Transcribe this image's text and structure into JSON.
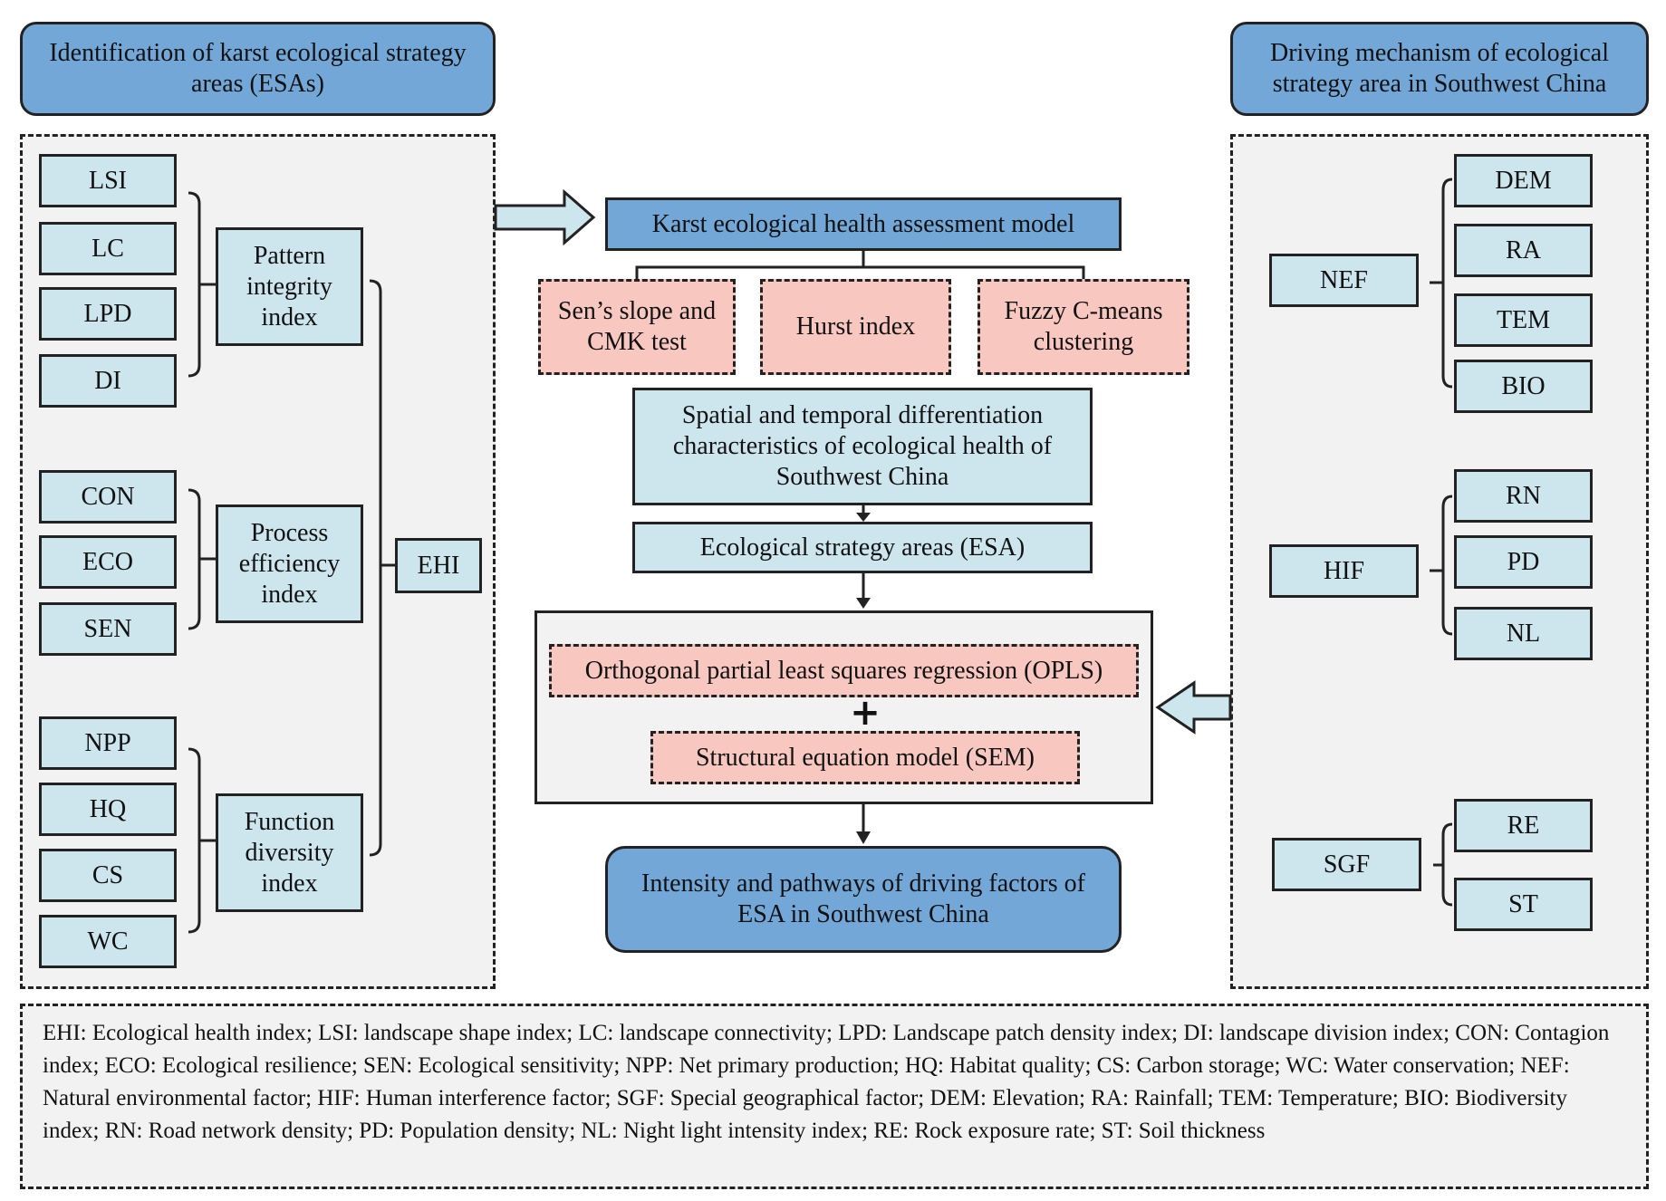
{
  "left": {
    "header": "Identification of  karst ecological strategy areas (ESAs)",
    "pattern_items": [
      "LSI",
      "LC",
      "LPD",
      "DI"
    ],
    "process_items": [
      "CON",
      "ECO",
      "SEN"
    ],
    "function_items": [
      "NPP",
      "HQ",
      "CS",
      "WC"
    ],
    "pattern_label": "Pattern integrity index",
    "process_label": "Process efficiency index",
    "function_label": "Function diversity index",
    "ehi_label": "EHI"
  },
  "right": {
    "header": "Driving mechanism of ecological strategy area in Southwest China",
    "nef_label": "NEF",
    "nef_items": [
      "DEM",
      "RA",
      "TEM",
      "BIO"
    ],
    "hif_label": "HIF",
    "hif_items": [
      "RN",
      "PD",
      "NL"
    ],
    "sgf_label": "SGF",
    "sgf_items": [
      "RE",
      "ST"
    ]
  },
  "center": {
    "model": "Karst ecological health assessment model",
    "methods": [
      "Sen’s slope and CMK test",
      "Hurst index",
      "Fuzzy C-means clustering"
    ],
    "spatial": "Spatial and temporal differentiation characteristics of ecological health of Southwest China",
    "esa": "Ecological strategy areas (ESA)",
    "opls": "Orthogonal partial least squares regression (OPLS)",
    "plus": "+",
    "sem": "Structural equation model (SEM)",
    "result": "Intensity and pathways of driving factors of ESA in Southwest China"
  },
  "legend": "EHI: Ecological health index; LSI: landscape shape index; LC: landscape connectivity; LPD: Landscape patch density index; DI: landscape division index; CON: Contagion index; ECO: Ecological resilience; SEN: Ecological sensitivity; NPP: Net primary production; HQ: Habitat quality; CS: Carbon storage; WC: Water conservation; NEF: Natural environmental factor; HIF: Human interference factor; SGF: Special geographical factor; DEM: Elevation; RA: Rainfall; TEM: Temperature; BIO: Biodiversity index; RN: Road network density; PD: Population density; NL: Night light intensity index; RE: Rock exposure rate; ST: Soil thickness"
}
